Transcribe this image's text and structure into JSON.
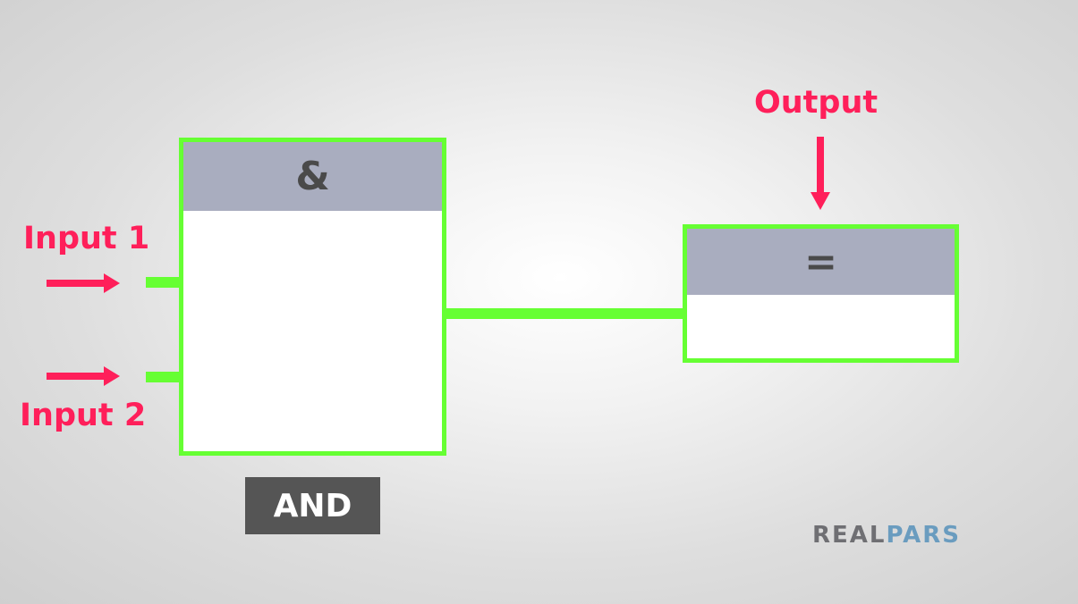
{
  "diagram": {
    "and_block": {
      "symbol": "&",
      "caption": "AND"
    },
    "assign_block": {
      "symbol": "="
    },
    "labels": {
      "input1": "Input 1",
      "input2": "Input 2",
      "output": "Output"
    }
  },
  "logo": {
    "part1": "REAL",
    "part2": "PARS"
  },
  "colors": {
    "wire": "#66ff33",
    "annotation": "#ff1f5a",
    "block_header": "#a9adbf",
    "caption_bg": "#555555",
    "logo_gray": "#6f6f73",
    "logo_blue": "#6a9cbf"
  }
}
